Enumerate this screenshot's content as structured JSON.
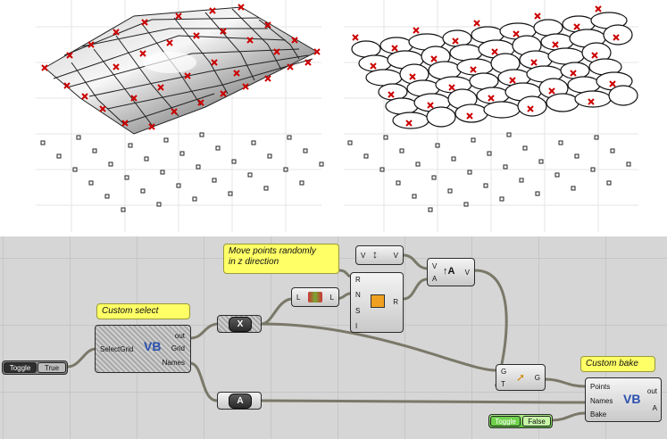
{
  "viewports": {
    "left": {
      "label": "Surface grid viewport"
    },
    "right": {
      "label": "Circles grid viewport"
    }
  },
  "notes": {
    "move_points": "Move points randomly\nin z direction",
    "custom_select": "Custom select",
    "custom_bake": "Custom bake"
  },
  "toggle1": {
    "label": "Toggle",
    "value": "True"
  },
  "toggle2": {
    "label": "Toggle",
    "value": "False"
  },
  "select_node": {
    "input": "SelectGrid",
    "outputs": [
      "out",
      "Grid",
      "Names"
    ],
    "badge": "VB"
  },
  "bake_node": {
    "inputs": [
      "Points",
      "Names",
      "Bake"
    ],
    "outputs": [
      "out",
      "A"
    ],
    "badge": "VB"
  },
  "list_node": {
    "in": "L",
    "out": "L"
  },
  "random_node": {
    "inputs": [
      "R",
      "N",
      "S",
      "I"
    ],
    "out": "R"
  },
  "vec_node": {
    "in": "V",
    "out": "V"
  },
  "amp_node": {
    "inputs": [
      "V",
      "A"
    ],
    "out": "V"
  },
  "move_node": {
    "inputs": [
      "G",
      "T"
    ],
    "out": "G"
  },
  "x_node": {
    "label": "X"
  },
  "a_node": {
    "label": "A"
  },
  "colors": {
    "toggle_true": "#2e2e2e",
    "toggle_false": "#5cc23a",
    "note_bg": "#ffff66",
    "canvas_bg": "#d6d6d6"
  }
}
